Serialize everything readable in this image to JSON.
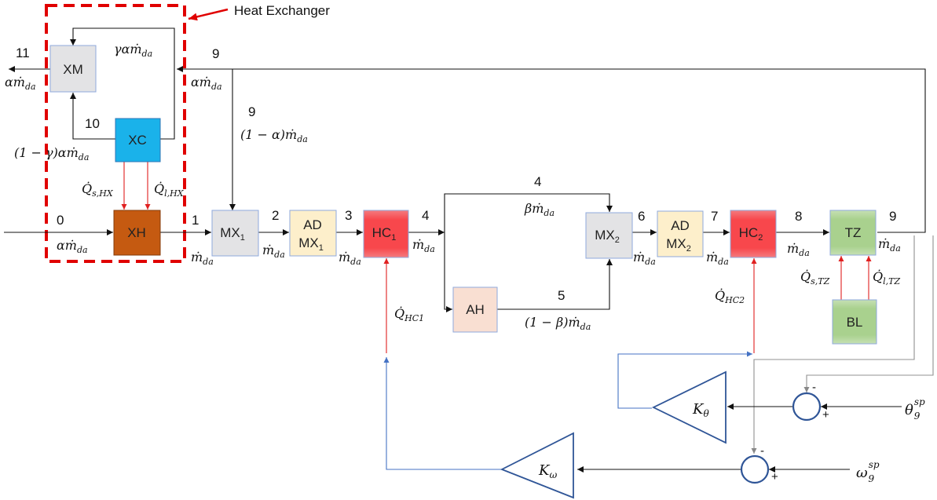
{
  "annotation": {
    "label": "Heat Exchanger"
  },
  "blocks": {
    "xm": "XM",
    "xc": "XC",
    "xh": "XH",
    "mx1": {
      "main": "MX",
      "sub": "1"
    },
    "admx1": {
      "line1": "AD",
      "line2": "MX",
      "sub": "1"
    },
    "hc1": {
      "main": "HC",
      "sub": "1"
    },
    "ah": "AH",
    "mx2": {
      "main": "MX",
      "sub": "2"
    },
    "admx2": {
      "line1": "AD",
      "line2": "MX",
      "sub": "2"
    },
    "hc2": {
      "main": "HC",
      "sub": "2"
    },
    "tz": "TZ",
    "bl": "BL"
  },
  "states": {
    "s0": "0",
    "s1": "1",
    "s2": "2",
    "s3": "3",
    "s4": "4",
    "s5": "5",
    "s6": "6",
    "s7": "7",
    "s8": "8",
    "s9_top": "9",
    "s9_mid": "9",
    "s9_right": "9",
    "s10": "10",
    "s11": "11"
  },
  "flows": {
    "gamma_alpha": "γαṁ",
    "alpha_top": "αṁ",
    "alpha_out": "αṁ",
    "one_minus_alpha": "(1 − α)ṁ",
    "one_minus_gamma": "(1 − γ)αṁ",
    "alpha_in": "αṁ",
    "m1": "ṁ",
    "m2": "ṁ",
    "m3": "ṁ",
    "m4": "ṁ",
    "beta": "βṁ",
    "one_minus_beta": "(1 − β)ṁ",
    "m6": "ṁ",
    "m7": "ṁ",
    "m8": "ṁ",
    "m9": "ṁ",
    "sub": "da"
  },
  "heat": {
    "qs_hx": {
      "main": "Q̇",
      "sub": "s,HX"
    },
    "ql_hx": {
      "main": "Q̇",
      "sub": "l,HX"
    },
    "q_hc1": {
      "main": "Q̇",
      "sub": "HC1"
    },
    "q_hc2": {
      "main": "Q̇",
      "sub": "HC2"
    },
    "qs_tz": {
      "main": "Q̇",
      "sub": "s,TZ"
    },
    "ql_tz": {
      "main": "Q̇",
      "sub": "l,TZ"
    }
  },
  "control": {
    "k_theta": {
      "main": "K",
      "sub": "θ"
    },
    "k_omega": {
      "main": "K",
      "sub": "ω"
    },
    "theta_sp": {
      "main": "θ",
      "sub": "9",
      "sup": "sp"
    },
    "omega_sp": {
      "main": "ω",
      "sub": "9",
      "sup": "sp"
    },
    "minus": "-",
    "plus": "+"
  },
  "colors": {
    "gray_block": "#e3e3e5",
    "xc_block": "#1ab2ea",
    "xh_block": "#c55a11",
    "ad_block": "#fdefcb",
    "hc_block": "#f8474c",
    "ah_block": "#f9dfd2",
    "tz_block": "#a9d18e",
    "heat_line": "#e02020",
    "control_line": "#4472c4",
    "annotation": "#e00000"
  }
}
